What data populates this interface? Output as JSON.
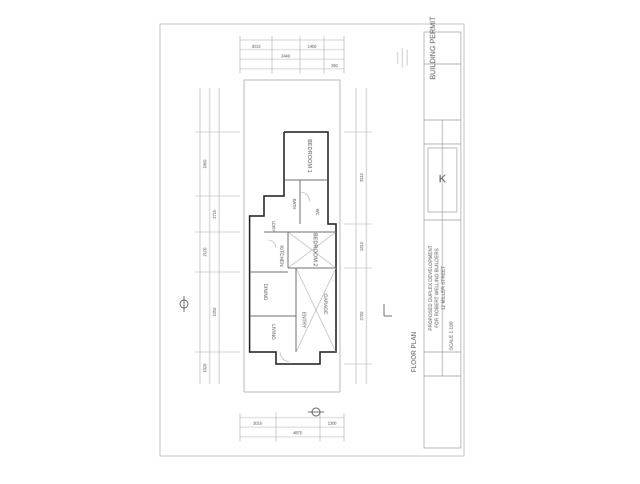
{
  "sheet": {
    "stamp": "BUILDING PERMIT",
    "drawing_title": "FLOOR PLAN",
    "scale_note": "SCALE 1:100",
    "project_lines": [
      "PROPOSED DUPLEX DEVELOPMENT",
      "FOR ROBERT WELLING BUILDERS",
      "12 MILLER STREET"
    ]
  },
  "rooms": {
    "bedroom1": "BEDROOM 1",
    "bedroom2": "BEDROOM 2",
    "kitchen": "KITCHEN",
    "dining": "DINING",
    "living": "LIVING",
    "entry": "ENTRY",
    "garage": "GARAGE",
    "bath": "BATH",
    "wc": "WC",
    "ldry": "LDRY"
  },
  "dimensions": {
    "top": [
      "3010",
      "2440",
      "1460",
      "300"
    ],
    "left": [
      "1860",
      "3710",
      "2100",
      "1050",
      "1920"
    ],
    "right": [
      "3910",
      "1810",
      "3780"
    ],
    "bottom": [
      "3010",
      "4870",
      "1300"
    ]
  }
}
